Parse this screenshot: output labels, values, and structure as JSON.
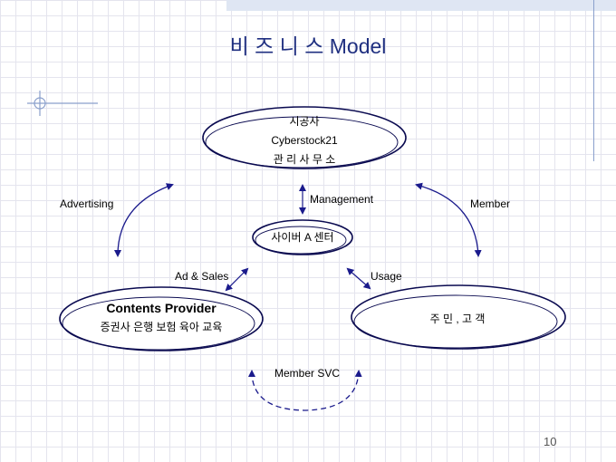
{
  "title": "비 즈 니 스 Model",
  "nodes": {
    "provider_top": {
      "lines": [
        "시공사",
        "Cyberstock21",
        "관 리 사 무 소"
      ]
    },
    "center": {
      "label": "사이버 A 센터"
    },
    "contents_provider": {
      "title": "Contents Provider",
      "subtitle": "증권사 은행 보험 육아 교육"
    },
    "customer": {
      "label": "주 민 ,  고 객"
    }
  },
  "edges": {
    "management": "Management",
    "advertising": "Advertising",
    "member": "Member",
    "ad_sales": "Ad & Sales",
    "usage": "Usage",
    "member_svc": "Member SVC"
  },
  "colors": {
    "title": "#1f2f80",
    "arrow": "#1a1a8c",
    "ellipse": "#0a0a50"
  },
  "page_number": "10"
}
